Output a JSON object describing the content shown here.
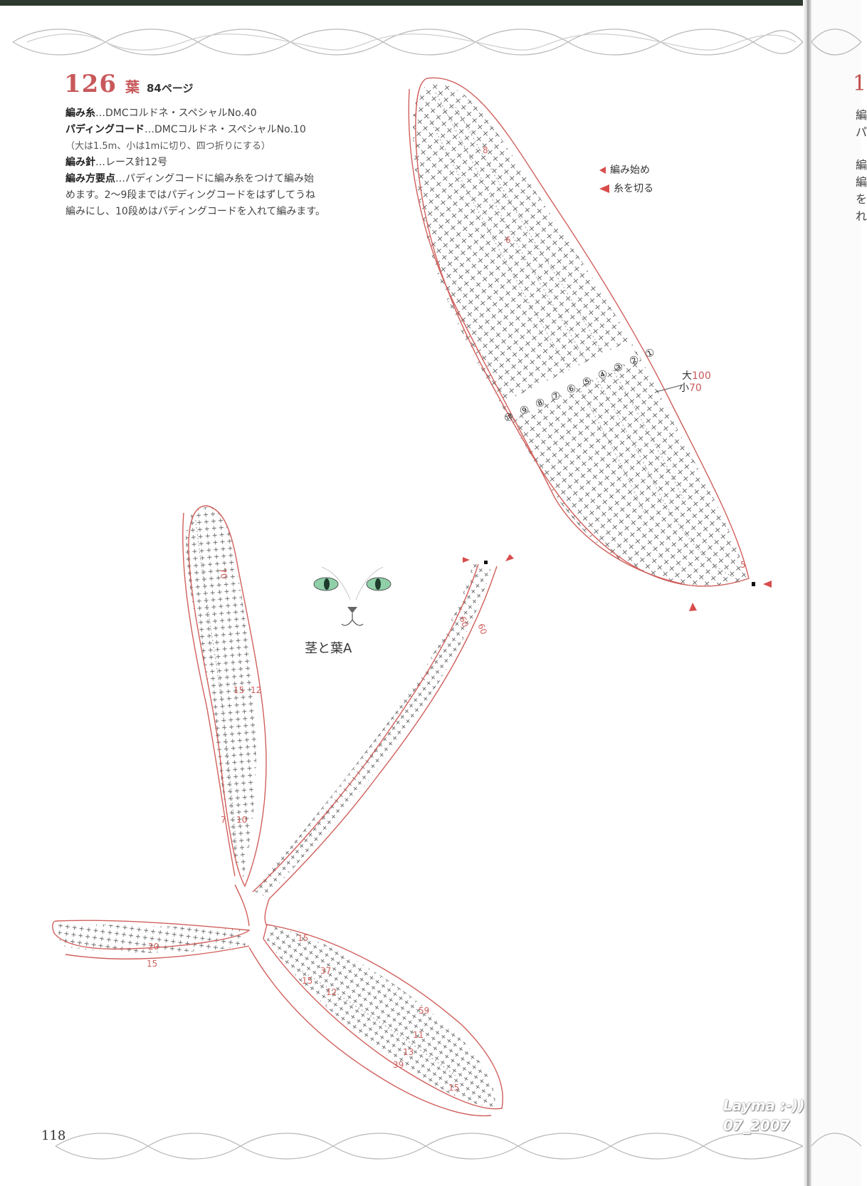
{
  "header": {
    "pattern_number": "126",
    "pattern_title": "葉",
    "page_ref": "84ページ"
  },
  "instructions": {
    "yarn_label": "編み糸",
    "yarn_value": "…DMCコルドネ・スペシャルNo.40",
    "cord_label": "パディングコード",
    "cord_value": "…DMCコルドネ・スペシャルNo.10",
    "cord_note": "（大は1.5m、小は1mに切り、四つ折りにする）",
    "hook_label": "編み針",
    "hook_value": "…レース針12号",
    "points_label": "編み方要点",
    "points_line1": "…パディングコードに編み糸をつけて編み始",
    "points_line2": "めます。2〜9段まではパディングコードをはずしてうね",
    "points_line3": "編みにし、10段めはパディングコードを入れて編みます。"
  },
  "legend": {
    "start_label": "編み始め",
    "cut_label": "糸を切る",
    "accent_color": "#d94c4c"
  },
  "leaf_diagram": {
    "row_numbers": [
      "⑩",
      "⑨",
      "⑧",
      "⑦",
      "⑥",
      "⑤",
      "④",
      "③",
      "②",
      "①"
    ],
    "count_labels": [
      {
        "id": "leaf-count-8",
        "text": "8"
      },
      {
        "id": "leaf-count-6",
        "text": "6"
      },
      {
        "id": "leaf-count-5",
        "text": "5"
      }
    ],
    "size_large_label": "大",
    "size_large_value": "100",
    "size_small_label": "小",
    "size_small_value": "70"
  },
  "stem_diagram": {
    "title": "茎と葉A",
    "counts": {
      "top_leaf_70": "70",
      "top_leaf_15": "15",
      "top_leaf_12": "12",
      "top_leaf_7": "7",
      "top_leaf_10": "10",
      "stem_60a": "60",
      "stem_60b": "60",
      "left_leaf_20": "20",
      "left_leaf_15": "15",
      "center_15": "15",
      "right_leaf_37": "37",
      "right_leaf_15": "15",
      "right_leaf_12": "12",
      "right_leaf_59": "59",
      "right_leaf_11": "11",
      "right_leaf_13": "13",
      "right_leaf_39": "39",
      "right_leaf_15b": "15"
    }
  },
  "page_number": "118",
  "signature": {
    "line1": "Layma :-))",
    "line2": "07_2007"
  },
  "next_page_peek": {
    "digit": "1",
    "chars": [
      "編",
      "パ",
      "編",
      "編",
      "を",
      "れ"
    ]
  }
}
